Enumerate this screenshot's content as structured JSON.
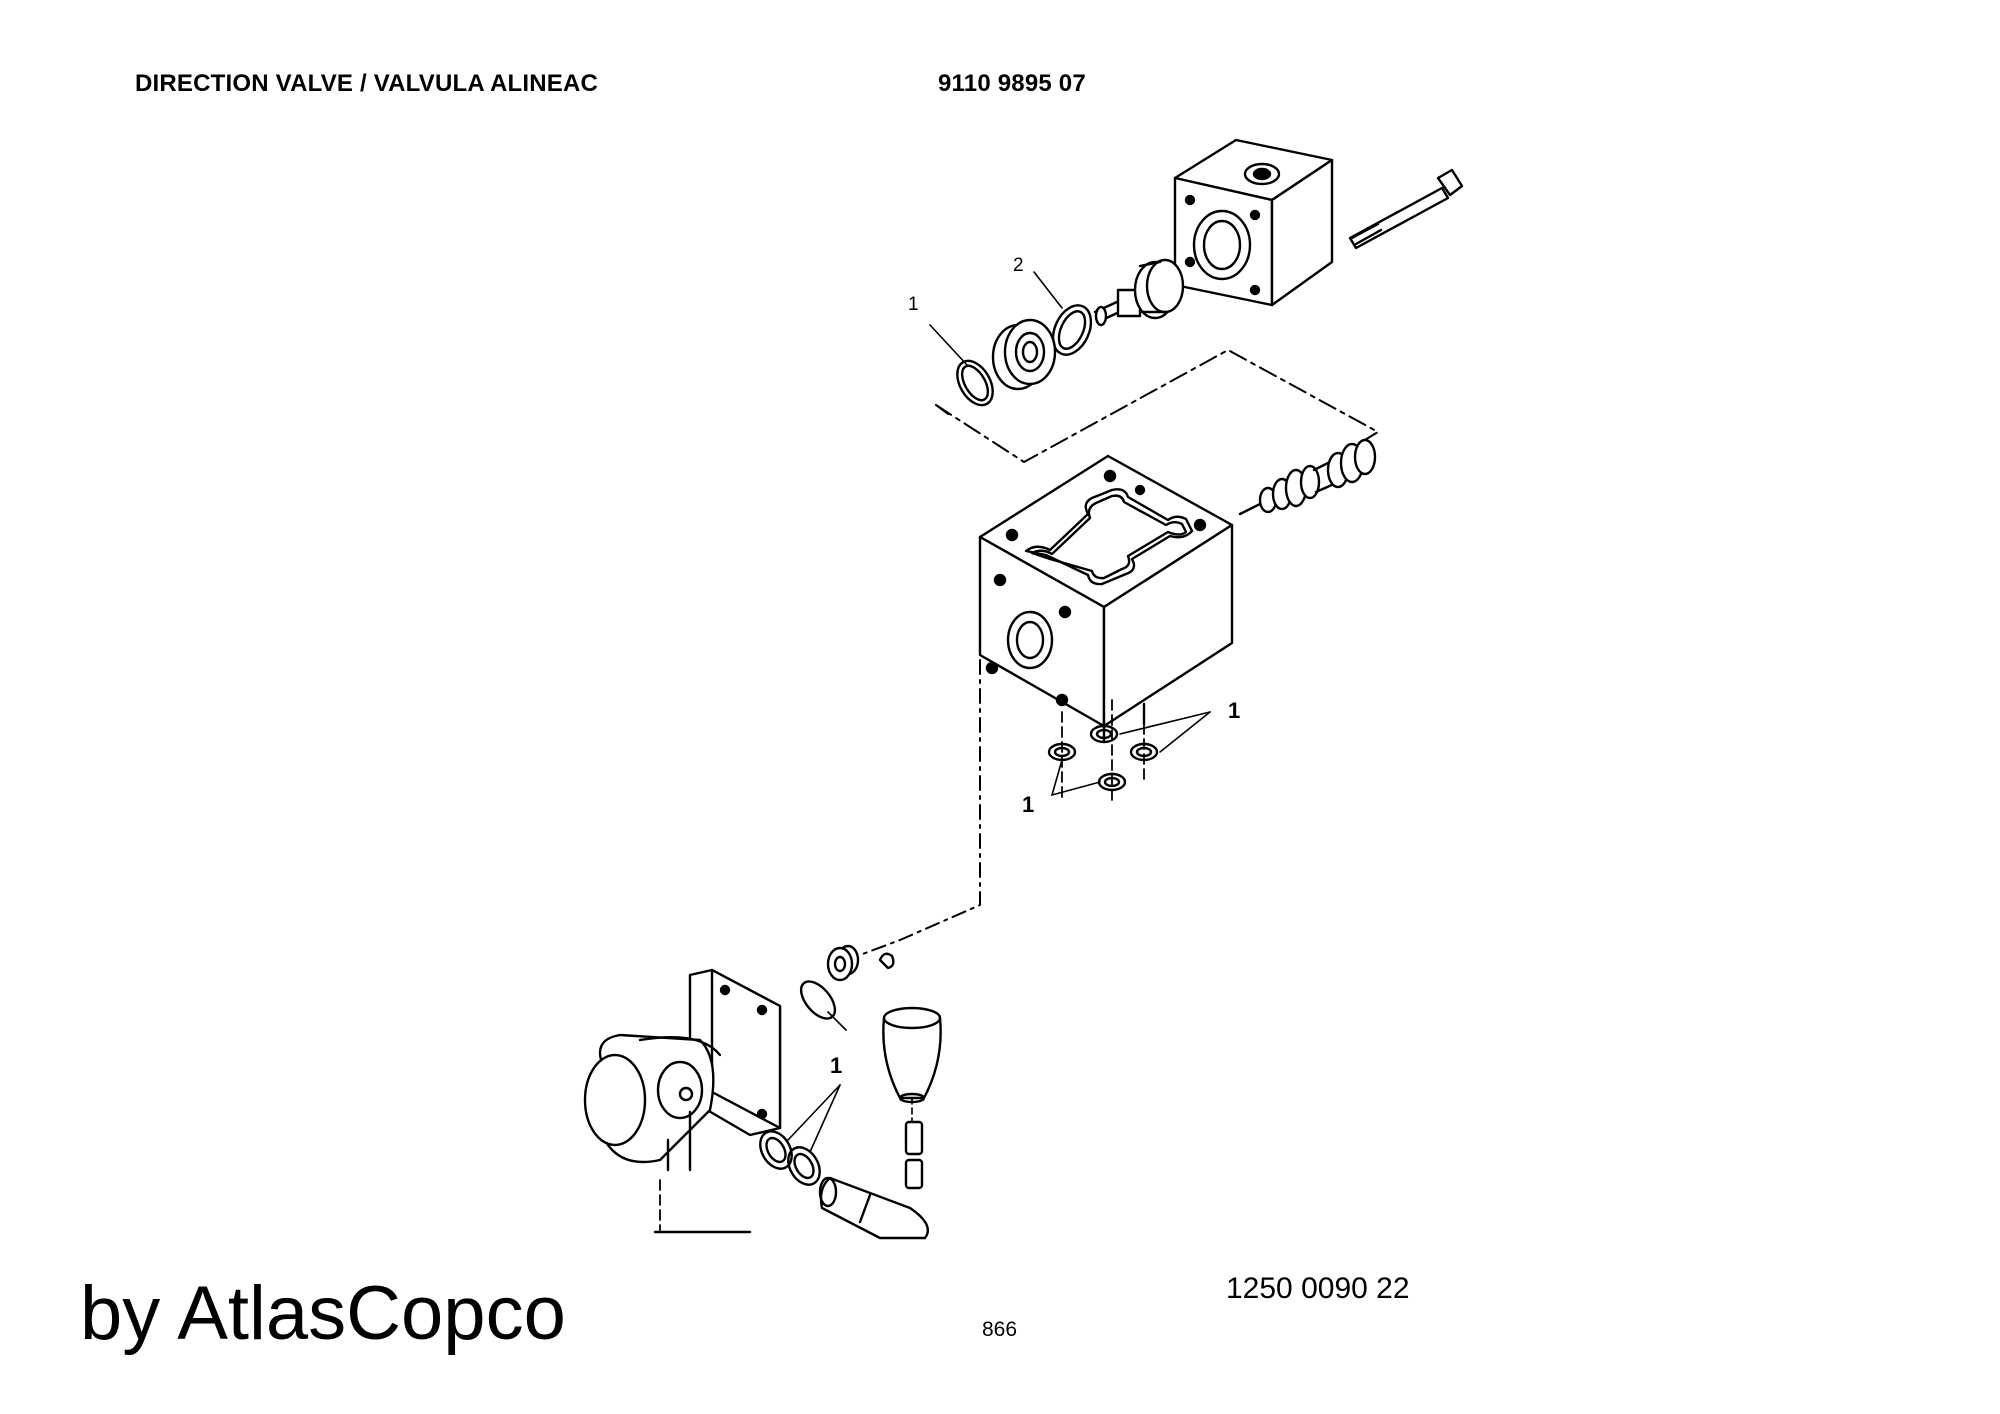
{
  "header": {
    "title": "DIRECTION VALVE / VALVULA ALINEAC",
    "part_number": "9110 9895 07"
  },
  "callouts": {
    "c1_top": "1",
    "c2_top": "2",
    "c1_right": "1",
    "c1_lower": "1",
    "c1_bottom": "1"
  },
  "footer": {
    "brand": "by AtlasCopco",
    "drawing_number": "1250 0090 22",
    "page": "866"
  }
}
